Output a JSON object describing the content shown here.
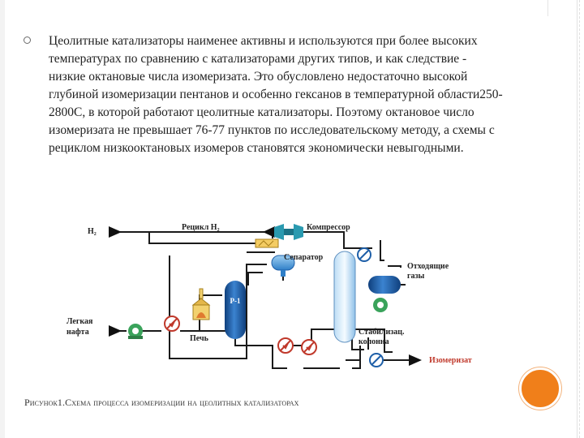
{
  "paragraph": "Цеолитные катализаторы наименее активны и используются при более высоких температурах по сравнению с катализаторами других типов, и как следствие - низкие октановые числа изомеризата. Это обусловлено недостаточно высокой глубиной изомеризации пентанов и особенно гексанов в температурной области250-2800С, в которой работают цеолитные катализаторы. Поэтому октановое число изомеризата не превышает 76-77 пунктов по исследовательскому методу, а схемы с рециклом низкооктановых изомеров становятся экономически невыгодными.",
  "caption": "Рисунок1.Схема процесса изомеризации на цеолитных катализаторах",
  "diagram": {
    "labels": {
      "h2_in": "Н₂",
      "recycle_h2": "Рецикл Н₂",
      "compressor": "Компрессор",
      "separator": "Сепаратор",
      "off_gases_1": "Отходящие",
      "off_gases_2": "газы",
      "light_naphtha_1": "Легкая",
      "light_naphtha_2": "нафта",
      "furnace": "Печь",
      "reactor": "Р-1",
      "stabilizer_1": "Стабилизац.",
      "stabilizer_2": "колонна",
      "isomerate": "Изомеризат"
    },
    "colors": {
      "line": "#1a1a1a",
      "vessel": "#1e5fa8",
      "vessel_light": "#d9ecfb",
      "heat_exchanger": "#c0392b",
      "pump": "#3aa35b",
      "arrow": "#111111",
      "isomerate_text": "#c0392b",
      "decor_circle": "#f07f1a"
    }
  }
}
